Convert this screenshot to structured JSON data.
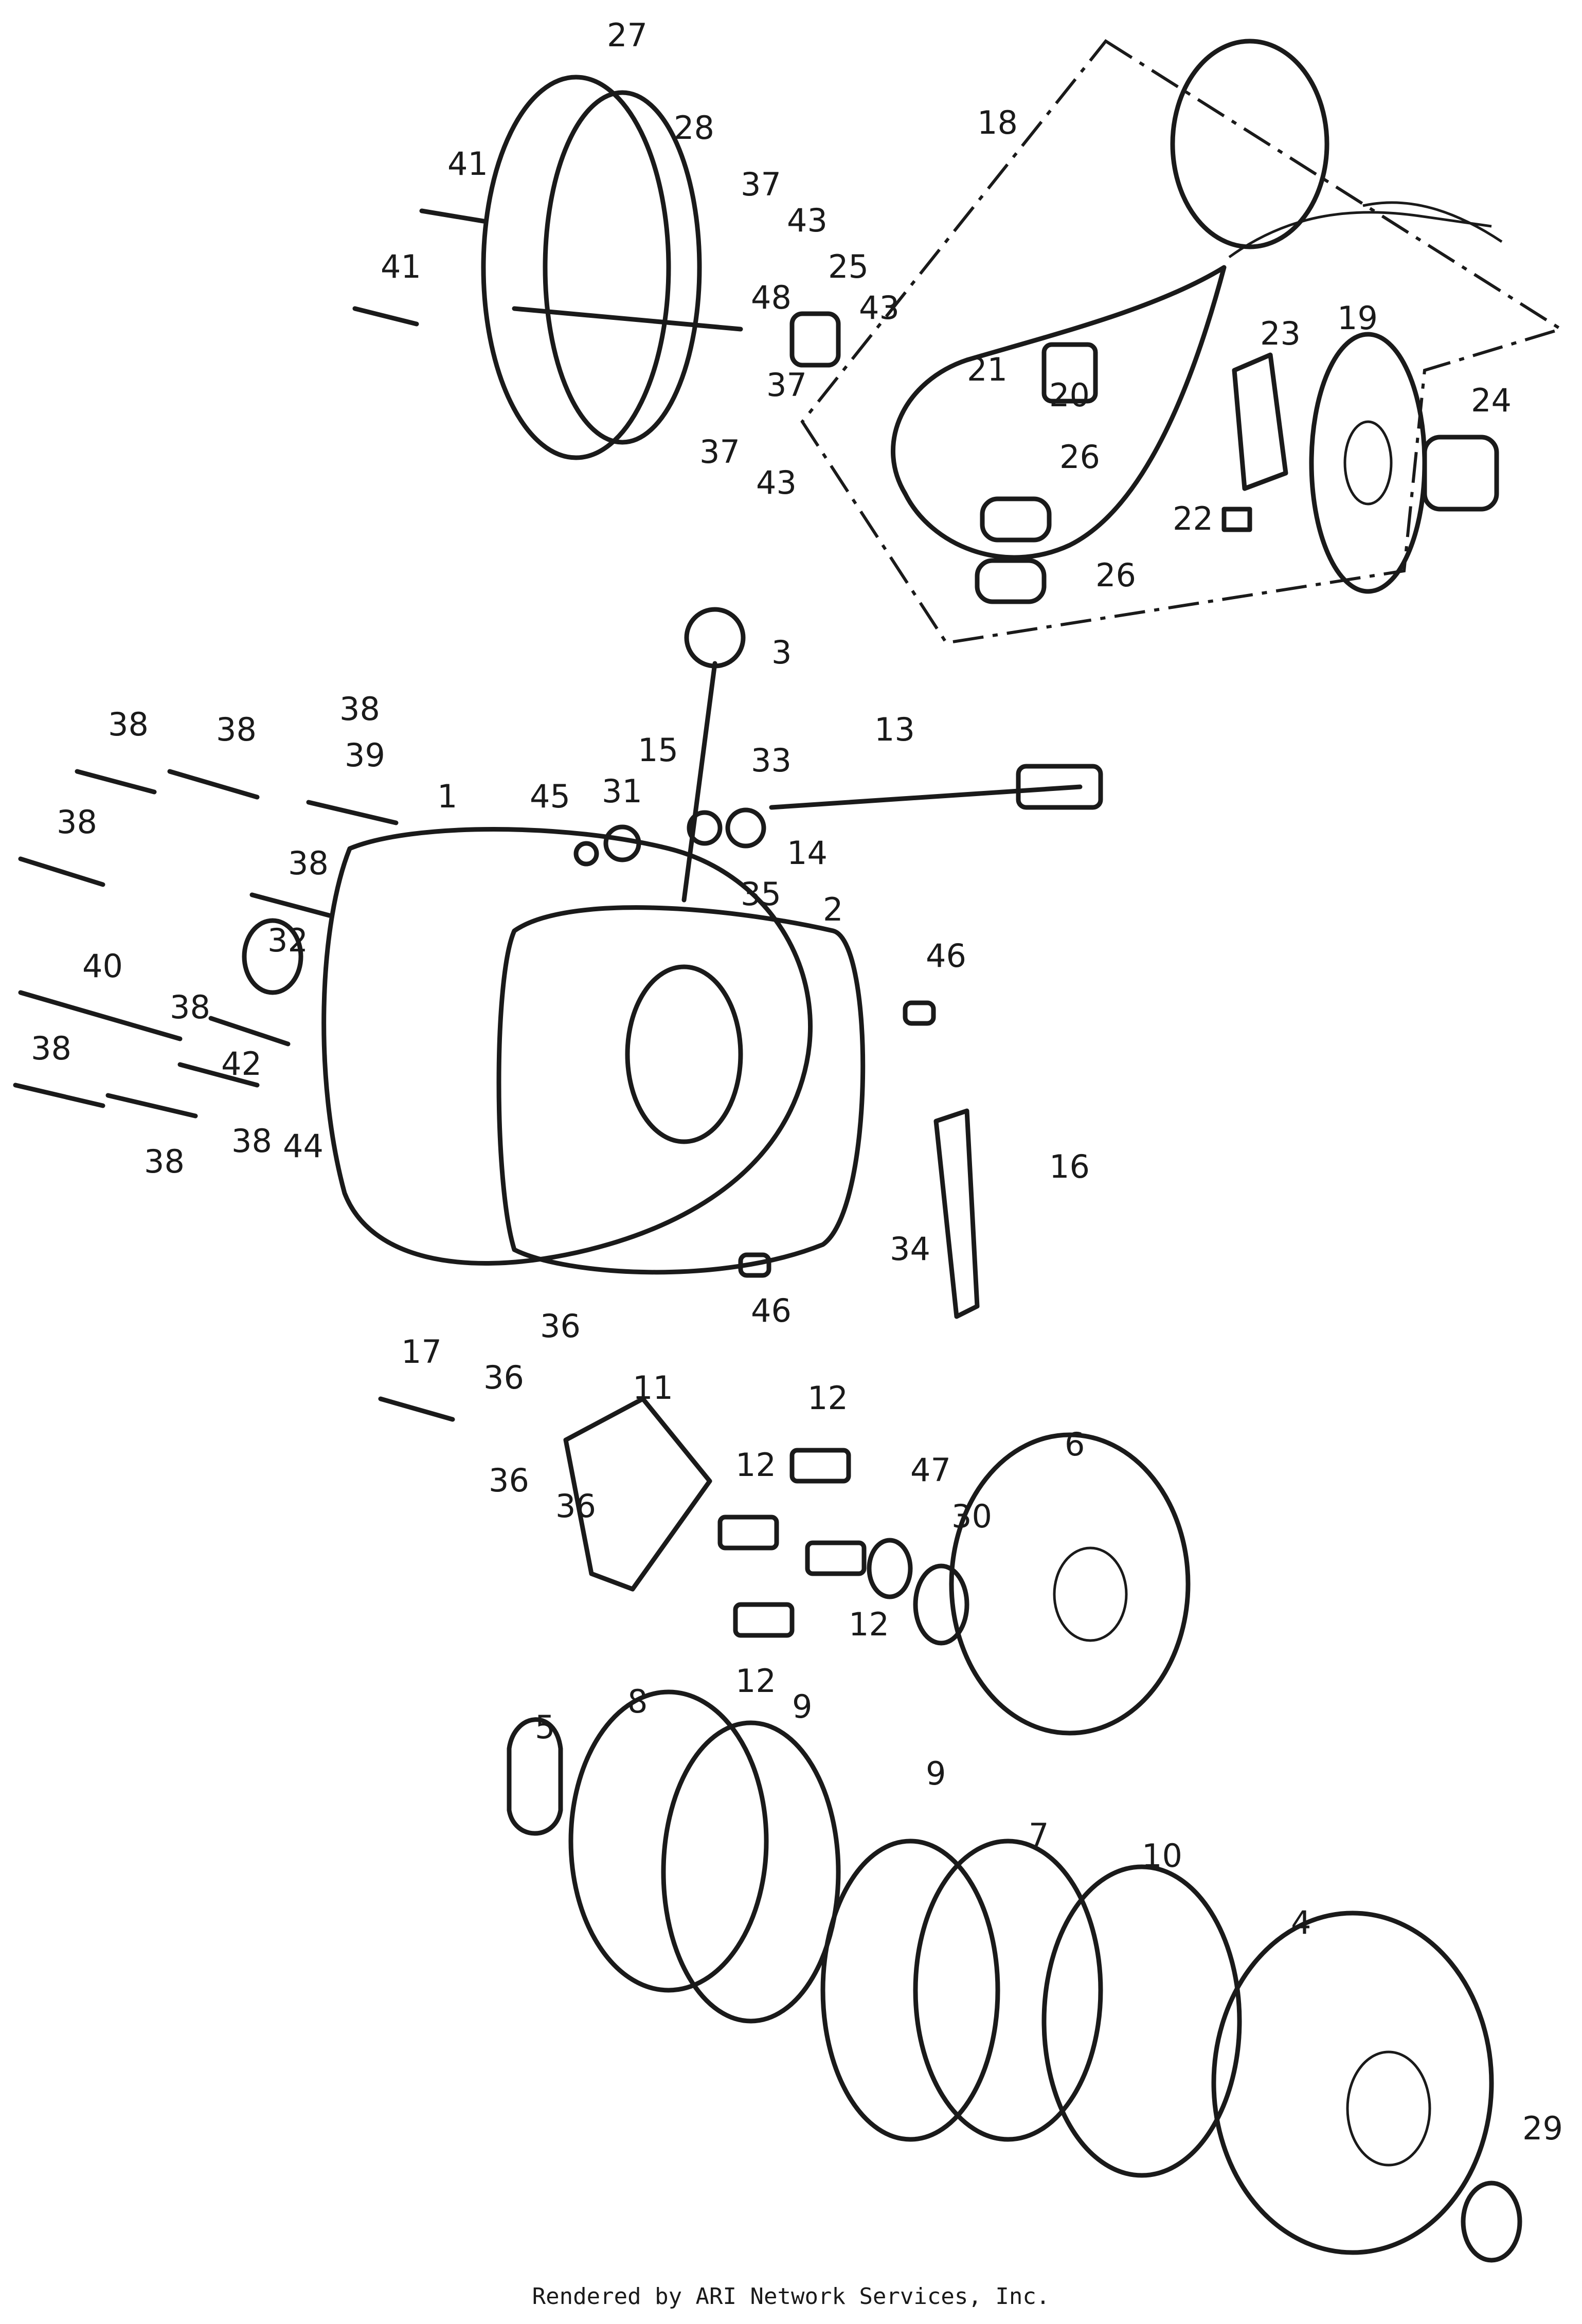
{
  "labels": [
    "1",
    "2",
    "3",
    "4",
    "5",
    "6",
    "7",
    "8",
    "9",
    "9",
    "10",
    "11",
    "12",
    "12",
    "12",
    "12",
    "13",
    "14",
    "15",
    "16",
    "17",
    "18",
    "19",
    "20",
    "21",
    "22",
    "23",
    "24",
    "25",
    "26",
    "26",
    "27",
    "28",
    "29",
    "30",
    "31",
    "32",
    "33",
    "34",
    "35",
    "36",
    "36",
    "36",
    "36",
    "37",
    "37",
    "37",
    "38",
    "38",
    "38",
    "38",
    "38",
    "38",
    "38",
    "38",
    "38",
    "39",
    "40",
    "41",
    "41",
    "42",
    "43",
    "43",
    "43",
    "44",
    "45",
    "46",
    "46",
    "47",
    "48"
  ],
  "footer": "Rendered by ARI Network Services, Inc."
}
